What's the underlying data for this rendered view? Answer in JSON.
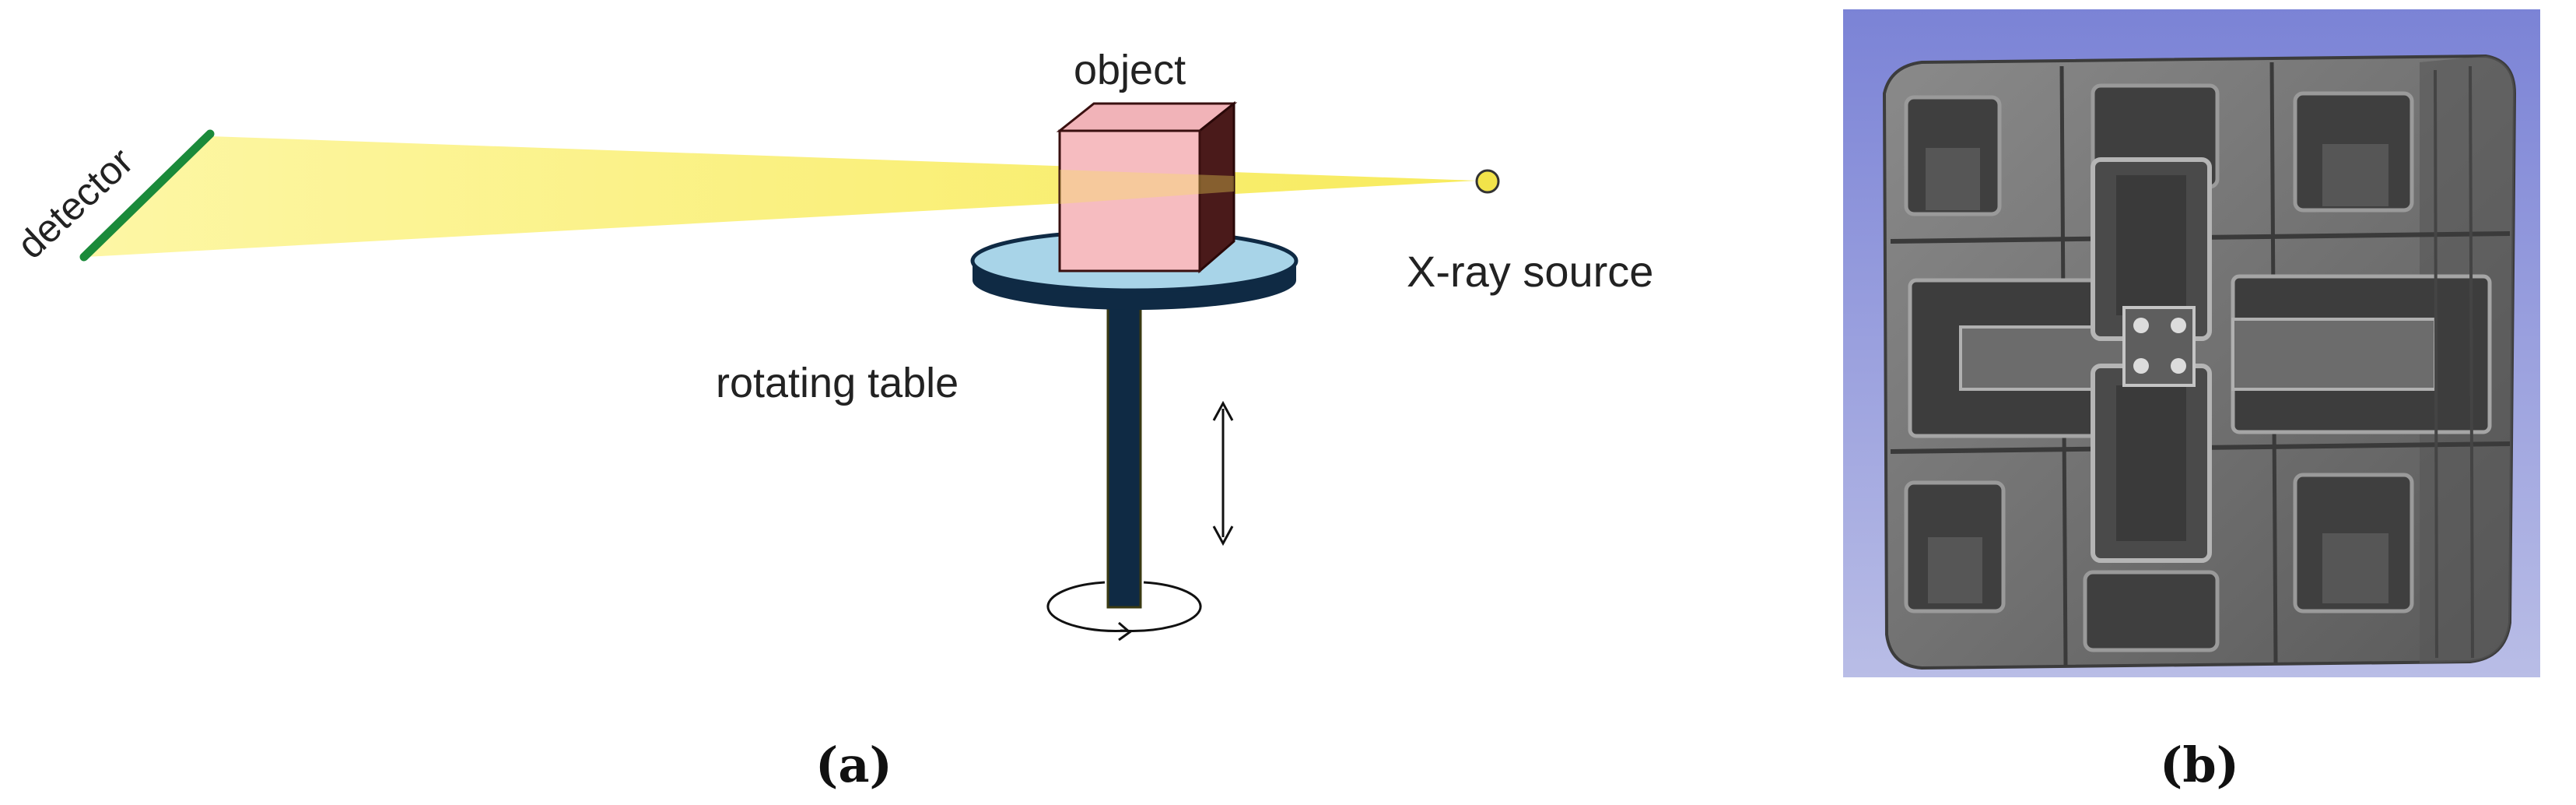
{
  "panel_a": {
    "labels": {
      "object": "object",
      "detector": "detector",
      "xray_source": "X-ray source",
      "rotating_table": "rotating table"
    },
    "caption": "(a)"
  },
  "panel_b": {
    "caption": "(b)"
  },
  "colors": {
    "beam": "#fbf07a",
    "detector": "#1a8a3a",
    "object_front": "#f6bcc0",
    "object_side": "#4a1a1a",
    "table_top": "#a8d4e8",
    "table_dark": "#0f2a44",
    "source": "#f2e34a",
    "cube_bg": "#8f97de",
    "cube_body": "#6f6f6f"
  }
}
